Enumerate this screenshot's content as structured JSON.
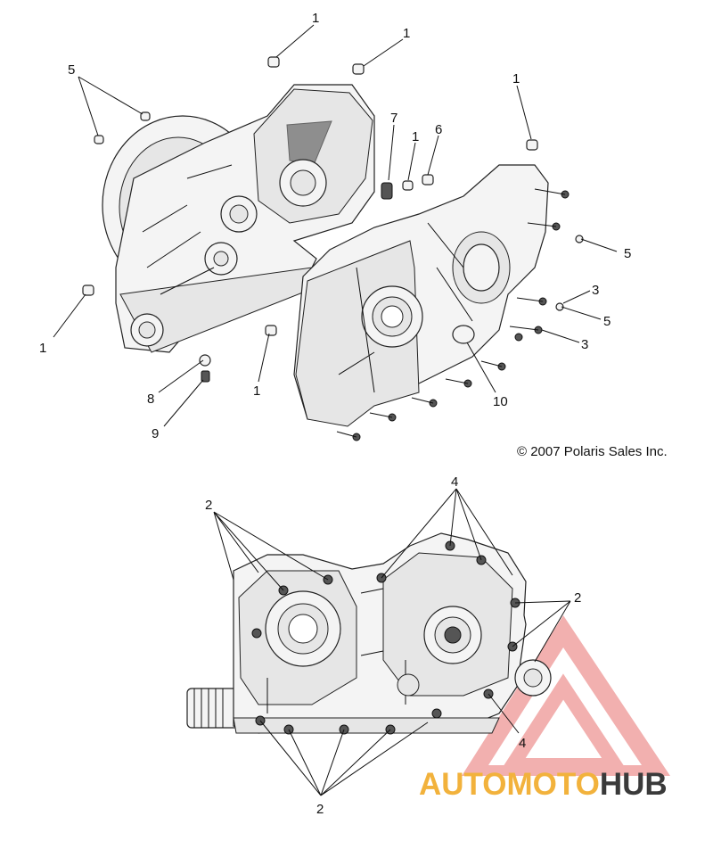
{
  "copyright": "© 2007 Polaris Sales Inc.",
  "callouts": [
    {
      "id": "c1a",
      "label": "1"
    },
    {
      "id": "c1b",
      "label": "1"
    },
    {
      "id": "c5a",
      "label": "5"
    },
    {
      "id": "c1c",
      "label": "1"
    },
    {
      "id": "c7",
      "label": "7"
    },
    {
      "id": "c1d",
      "label": "1"
    },
    {
      "id": "c6",
      "label": "6"
    },
    {
      "id": "c5b",
      "label": "5"
    },
    {
      "id": "c3a",
      "label": "3"
    },
    {
      "id": "c5c",
      "label": "5"
    },
    {
      "id": "c3b",
      "label": "3"
    },
    {
      "id": "c1e",
      "label": "1"
    },
    {
      "id": "c1f",
      "label": "1"
    },
    {
      "id": "c8",
      "label": "8"
    },
    {
      "id": "c9",
      "label": "9"
    },
    {
      "id": "c10",
      "label": "10"
    },
    {
      "id": "c2a",
      "label": "2"
    },
    {
      "id": "c4a",
      "label": "4"
    },
    {
      "id": "c2b",
      "label": "2"
    },
    {
      "id": "c4b",
      "label": "4"
    },
    {
      "id": "c2c",
      "label": "2"
    }
  ],
  "watermark": {
    "part1": "AUTOMOTO",
    "part2": "HUB",
    "color_primary": "#f2b23c",
    "color_secondary": "#3a3a3a",
    "logo_color": "#e8706e"
  }
}
